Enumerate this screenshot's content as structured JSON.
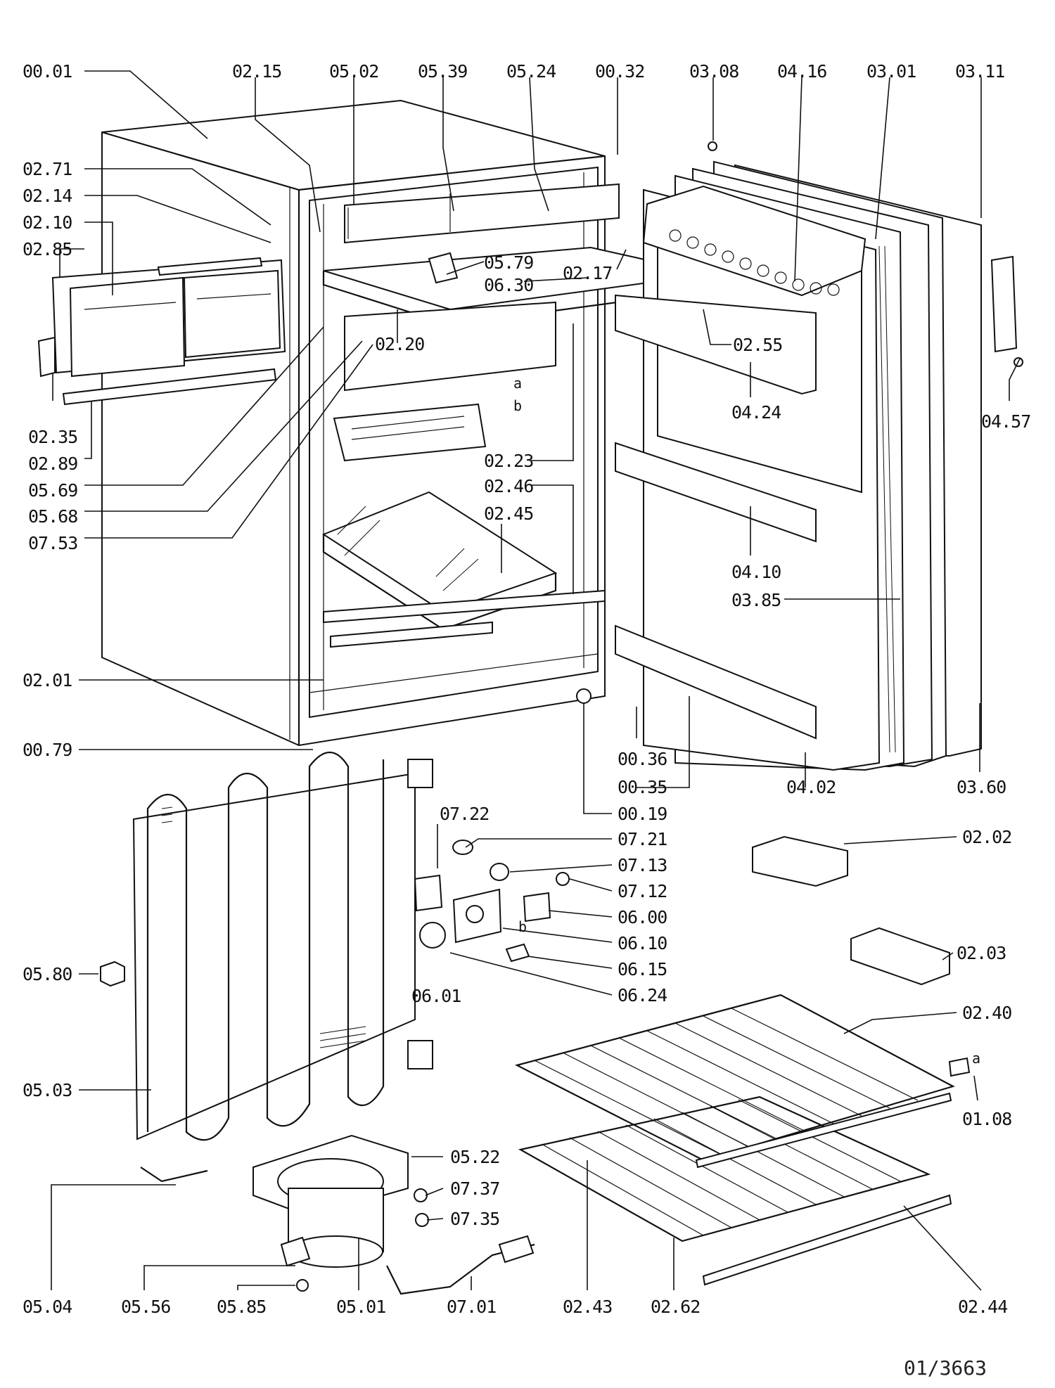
{
  "labels": {
    "p0001": "00.01",
    "p0215": "02.15",
    "p0502": "05.02",
    "p0539": "05.39",
    "p0524": "05.24",
    "p0032": "00.32",
    "p0308": "03.08",
    "p0416": "04.16",
    "p0301": "03.01",
    "p0311": "03.11",
    "p0271": "02.71",
    "p0214": "02.14",
    "p0210": "02.10",
    "p0285": "02.85",
    "p0579": "05.79",
    "p0630": "06.30",
    "p0217": "02.17",
    "p0220": "02.20",
    "p0255": "02.55",
    "p0424": "04.24",
    "p0457": "04.57",
    "p0235": "02.35",
    "p0289": "02.89",
    "p0569": "05.69",
    "p0568": "05.68",
    "p0753": "07.53",
    "p0223": "02.23",
    "p0246": "02.46",
    "p0245": "02.45",
    "p0410": "04.10",
    "p0385": "03.85",
    "p0201": "02.01",
    "p0079": "00.79",
    "p0036": "00.36",
    "p0035": "00.35",
    "p0402": "04.02",
    "p0360": "03.60",
    "p0019": "00.19",
    "p0722": "07.22",
    "p0721": "07.21",
    "p0713": "07.13",
    "p0712": "07.12",
    "p0600": "06.00",
    "p0610": "06.10",
    "p0615": "06.15",
    "p0624": "06.24",
    "p0601": "06.01",
    "p0202": "02.02",
    "p0203": "02.03",
    "p0580": "05.80",
    "p0240": "02.40",
    "p0108": "01.08",
    "p0503": "05.03",
    "p0522": "05.22",
    "p0737": "07.37",
    "p0735": "07.35",
    "p0504": "05.04",
    "p0556": "05.56",
    "p0585": "05.85",
    "p0501": "05.01",
    "p0701": "07.01",
    "p0243": "02.43",
    "p0262": "02.62",
    "p0244": "02.44"
  },
  "marks": {
    "a": "a",
    "b": "b"
  },
  "reference": "01/3663"
}
